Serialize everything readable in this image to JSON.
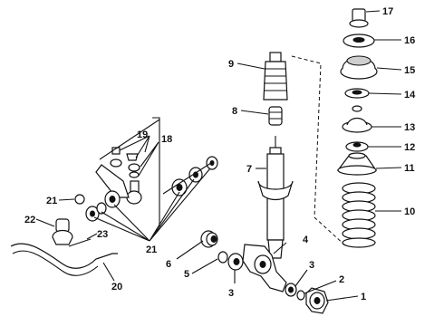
{
  "diagram": {
    "labels": {
      "l1": "1",
      "l2": "2",
      "l3a": "3",
      "l3b": "3",
      "l4": "4",
      "l5": "5",
      "l6": "6",
      "l7": "7",
      "l8": "8",
      "l9": "9",
      "l10": "10",
      "l11": "11",
      "l12": "12",
      "l13": "13",
      "l14": "14",
      "l15": "15",
      "l16": "16",
      "l17": "17",
      "l18": "18",
      "l19": "19",
      "l20": "20",
      "l21a": "21",
      "l21b": "21",
      "l22": "22",
      "l23": "23"
    }
  }
}
